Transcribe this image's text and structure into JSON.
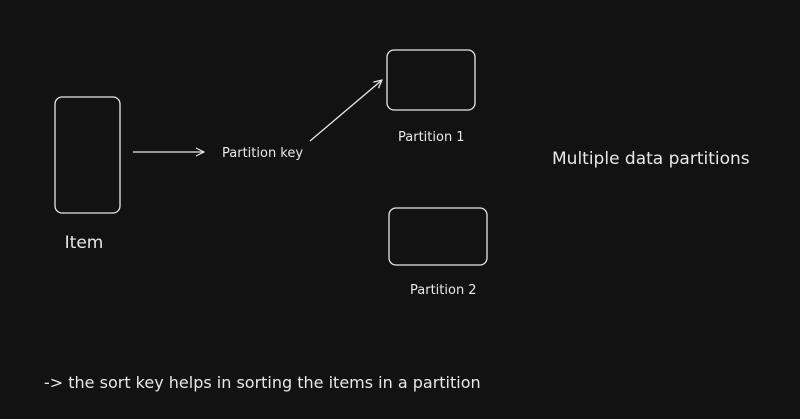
{
  "diagram": {
    "item_label": "Item",
    "partition_key_label": "Partition key",
    "partition_1_label": "Partition 1",
    "partition_2_label": "Partition 2",
    "side_note": "Multiple data partitions",
    "footer_note": "-> the sort key  helps in sorting the items in a partition"
  },
  "colors": {
    "background": "#121212",
    "stroke": "#e8e8e8"
  }
}
